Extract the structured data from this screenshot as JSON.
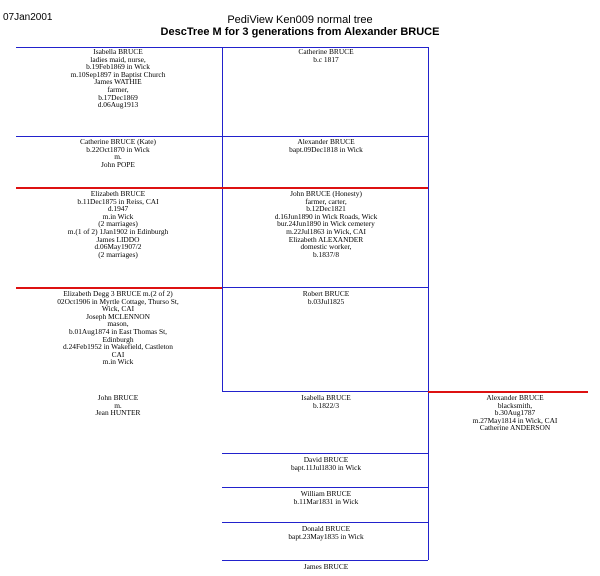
{
  "header": {
    "date": "07Jan2001",
    "title": "PediView Ken009 normal tree",
    "subtitle": "DescTree M for 3 generations from Alexander BRUCE"
  },
  "colors": {
    "line": "#2222cc",
    "highlight": "#dd1111"
  },
  "people": {
    "isabella_1": "Isabella BRUCE\nladies maid, nurse,\nb.19Feb1869 in Wick\nm.10Sep1897 in Baptist Church\nJames WATHIE\nfarmer,\nb.17Dec1869\nd.06Aug1913",
    "catherine_1": "Catherine BRUCE\nb.c 1817",
    "catherine_2": "Catherine BRUCE (Kate)\nb.22Oct1870 in Wick\nm.\nJohn POPE",
    "alexander_1": "Alexander BRUCE\nbapt.09Dec1818 in Wick",
    "elizabeth_1": "Elizabeth BRUCE\nb.11Dec1875 in Reiss, CAI\nd.1947\nm.in Wick\n(2 marriages)\nm.(1 of 2) 1Jan1902 in Edinburgh\nJames LIDDO\nd.06May1907/2\n(2 marriages)",
    "john_1": "John BRUCE (Honesty)\nfarmer, carter,\nb.12Dec1821\nd.16Jun1890 in Wick Roads, Wick\nbur.24Jun1890 in Wick cemetery\nm.22Jul1863 in Wick, CAI\nElizabeth ALEXANDER\ndomestic worker,\nb.1837/8",
    "elizabeth_2": "Elizabeth Degg 3 BRUCE m.(2 of 2)\n02Oct1906 in Myrtle Cottage, Thurso St,\nWick, CAI\nJoseph MCLENNON\nmason,\nb.01Aug1874 in East Thomas St,\nEdinburgh\nd.24Feb1952 in Wakefield, Castleton\nCAI\nm.in Wick",
    "robert_1": "Robert BRUCE\nb.03Jul1825",
    "john_2": "John BRUCE\nm.\nJean HUNTER",
    "isabella_2": "Isabella BRUCE\nb.1822/3",
    "alexander_root": "Alexander BRUCE\nblacksmith,\nb.30Aug1787\nm.27May1814 in Wick, CAI\nCatherine ANDERSON",
    "david": "David BRUCE\nbapt.11Jul1830 in Wick",
    "william": "William BRUCE\nb.11Mar1831 in Wick",
    "donald": "Donald BRUCE\nbapt.23May1835 in Wick",
    "james": "James BRUCE"
  }
}
